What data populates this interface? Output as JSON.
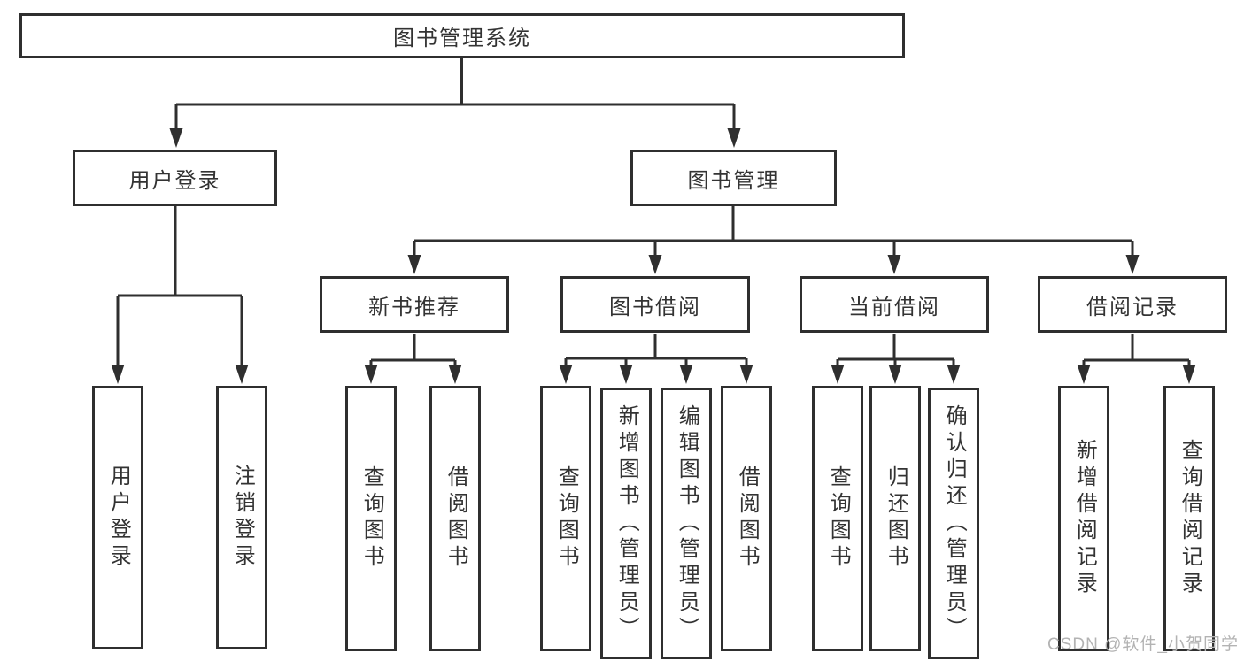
{
  "diagram": {
    "root_label": "图书管理系统",
    "branches": [
      {
        "label": "用户登录",
        "children": [
          {
            "label": "用户登录"
          },
          {
            "label": "注销登录"
          }
        ]
      },
      {
        "label": "图书管理",
        "children": [
          {
            "label": "新书推荐",
            "children": [
              {
                "label": "查询图书"
              },
              {
                "label": "借阅图书"
              }
            ]
          },
          {
            "label": "图书借阅",
            "children": [
              {
                "label": "查询图书"
              },
              {
                "label": "新增图书（管理员）"
              },
              {
                "label": "编辑图书（管理员）"
              },
              {
                "label": "借阅图书"
              }
            ]
          },
          {
            "label": "当前借阅",
            "children": [
              {
                "label": "查询图书"
              },
              {
                "label": "归还图书"
              },
              {
                "label": "确认归还（管理员）"
              }
            ]
          },
          {
            "label": "借阅记录",
            "children": [
              {
                "label": "新增借阅记录"
              },
              {
                "label": "查询借阅记录"
              }
            ]
          }
        ]
      }
    ]
  },
  "watermark": "CSDN @软件_小贺同学",
  "colors": {
    "line": "#2f2f2f",
    "text": "#333333",
    "watermark": "#b3b3b3",
    "background": "#ffffff"
  }
}
